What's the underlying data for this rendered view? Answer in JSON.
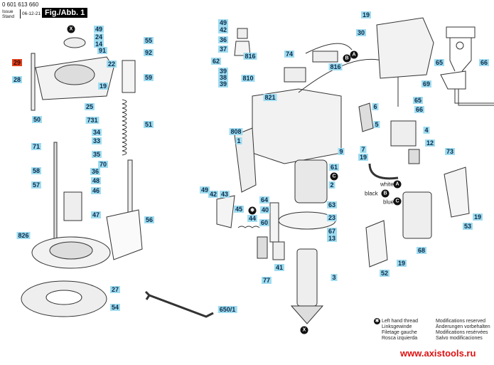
{
  "header": {
    "part_number": "0 601 613 660",
    "issue_label": "Issue",
    "stand_label": "Stand",
    "date": "06-12-21",
    "fig_label": "Fig./Abb. 1"
  },
  "callouts": [
    "29",
    "28",
    "49",
    "24",
    "14",
    "91",
    "22",
    "19",
    "25",
    "731",
    "50",
    "34",
    "33",
    "35",
    "70",
    "71",
    "58",
    "36",
    "48",
    "57",
    "46",
    "47",
    "826",
    "56",
    "27",
    "54",
    "55",
    "92",
    "59",
    "51",
    "49",
    "42",
    "36",
    "37",
    "62",
    "39",
    "38",
    "39",
    "816",
    "810",
    "74",
    "821",
    "816",
    "19",
    "30",
    "808",
    "1",
    "7",
    "19",
    "9",
    "61",
    "2",
    "63",
    "23",
    "67",
    "13",
    "3",
    "64",
    "40",
    "49",
    "42",
    "43",
    "45",
    "44",
    "60",
    "41",
    "77",
    "650/1",
    "6",
    "65",
    "66",
    "5",
    "4",
    "12",
    "73",
    "69",
    "65",
    "66",
    "53",
    "19",
    "68",
    "19",
    "52"
  ],
  "markers": {
    "x_top": "X",
    "x_bottom": "X",
    "a": "A",
    "b": "B",
    "c": "C",
    "a2": "A",
    "b2": "B",
    "c2": "C",
    "star": "✱"
  },
  "wires": {
    "white": "white",
    "black": "black",
    "blue": "blue"
  },
  "legend": {
    "l1": "Left hand thread",
    "l2": "Linksgewinde",
    "l3": "Filetage gauche",
    "l4": "Rosca izquierda"
  },
  "modifications": {
    "m1": "Modifications reserved",
    "m2": "Änderungen vorbehalten",
    "m3": "Modifications resérvées",
    "m4": "Salvo modificaciones"
  },
  "watermark": "www.axistools.ru",
  "colors": {
    "callout": "#9fdcf0",
    "callout_highlight": "#e0401e",
    "watermark": "#e01010"
  }
}
